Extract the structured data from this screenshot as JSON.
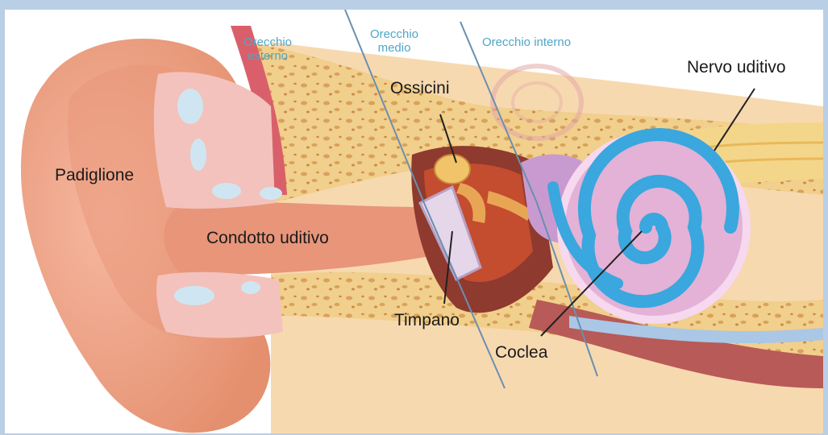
{
  "sections": {
    "outer_line1": "Orecchio",
    "outer_line2": "esterno",
    "middle_line1": "Orecchio",
    "middle_line2": "medio",
    "inner": "Orecchio interno"
  },
  "labels": {
    "pinna": "Padiglione",
    "ear_canal": "Condotto uditivo",
    "ossicles": "Ossicini",
    "eardrum": "Timpano",
    "cochlea": "Coclea",
    "auditory_nerve": "Nervo uditivo"
  },
  "colors": {
    "frame": "#b9cfe6",
    "skin": "#f2a98e",
    "skin_dark": "#e08868",
    "bone": "#f1cf8c",
    "cartilage": "#f3c2bc",
    "cochlea": "#e3b2d6",
    "cochlea_duct": "#3aa7de",
    "section_text": "#4fa6c8"
  }
}
